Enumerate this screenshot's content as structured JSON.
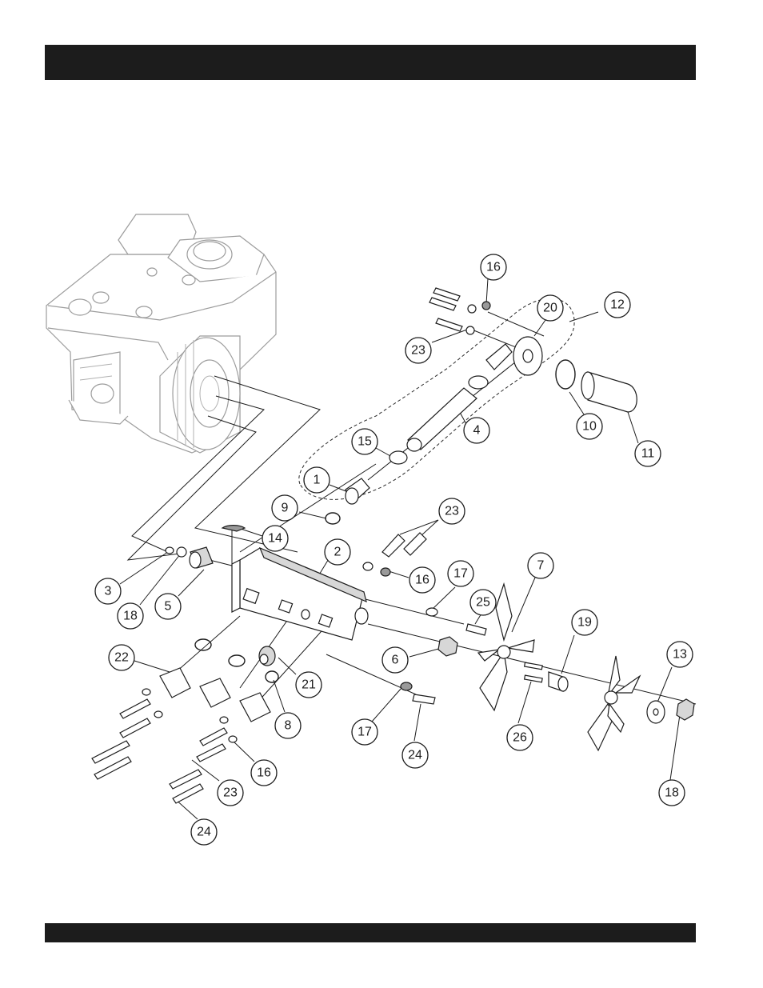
{
  "header_bar": {
    "color": "#1c1c1c"
  },
  "footer_bar": {
    "color": "#1c1c1c"
  },
  "diagram": {
    "callouts": [
      {
        "id": "c16a",
        "label": "16"
      },
      {
        "id": "c12",
        "label": "12"
      },
      {
        "id": "c20",
        "label": "20"
      },
      {
        "id": "c23a",
        "label": "23"
      },
      {
        "id": "c4",
        "label": "4"
      },
      {
        "id": "c10",
        "label": "10"
      },
      {
        "id": "c11",
        "label": "11"
      },
      {
        "id": "c15",
        "label": "15"
      },
      {
        "id": "c1",
        "label": "1"
      },
      {
        "id": "c9",
        "label": "9"
      },
      {
        "id": "c23b",
        "label": "23"
      },
      {
        "id": "c14",
        "label": "14"
      },
      {
        "id": "c2",
        "label": "2"
      },
      {
        "id": "c16b",
        "label": "16"
      },
      {
        "id": "c17a",
        "label": "17"
      },
      {
        "id": "c7",
        "label": "7"
      },
      {
        "id": "c25",
        "label": "25"
      },
      {
        "id": "c3",
        "label": "3"
      },
      {
        "id": "c18a",
        "label": "18"
      },
      {
        "id": "c5",
        "label": "5"
      },
      {
        "id": "c19",
        "label": "19"
      },
      {
        "id": "c13",
        "label": "13"
      },
      {
        "id": "c22",
        "label": "22"
      },
      {
        "id": "c6",
        "label": "6"
      },
      {
        "id": "c21",
        "label": "21"
      },
      {
        "id": "c8",
        "label": "8"
      },
      {
        "id": "c26",
        "label": "26"
      },
      {
        "id": "c17b",
        "label": "17"
      },
      {
        "id": "c24a",
        "label": "24"
      },
      {
        "id": "c16c",
        "label": "16"
      },
      {
        "id": "c23c",
        "label": "23"
      },
      {
        "id": "c18b",
        "label": "18"
      },
      {
        "id": "c24b",
        "label": "24"
      }
    ]
  }
}
